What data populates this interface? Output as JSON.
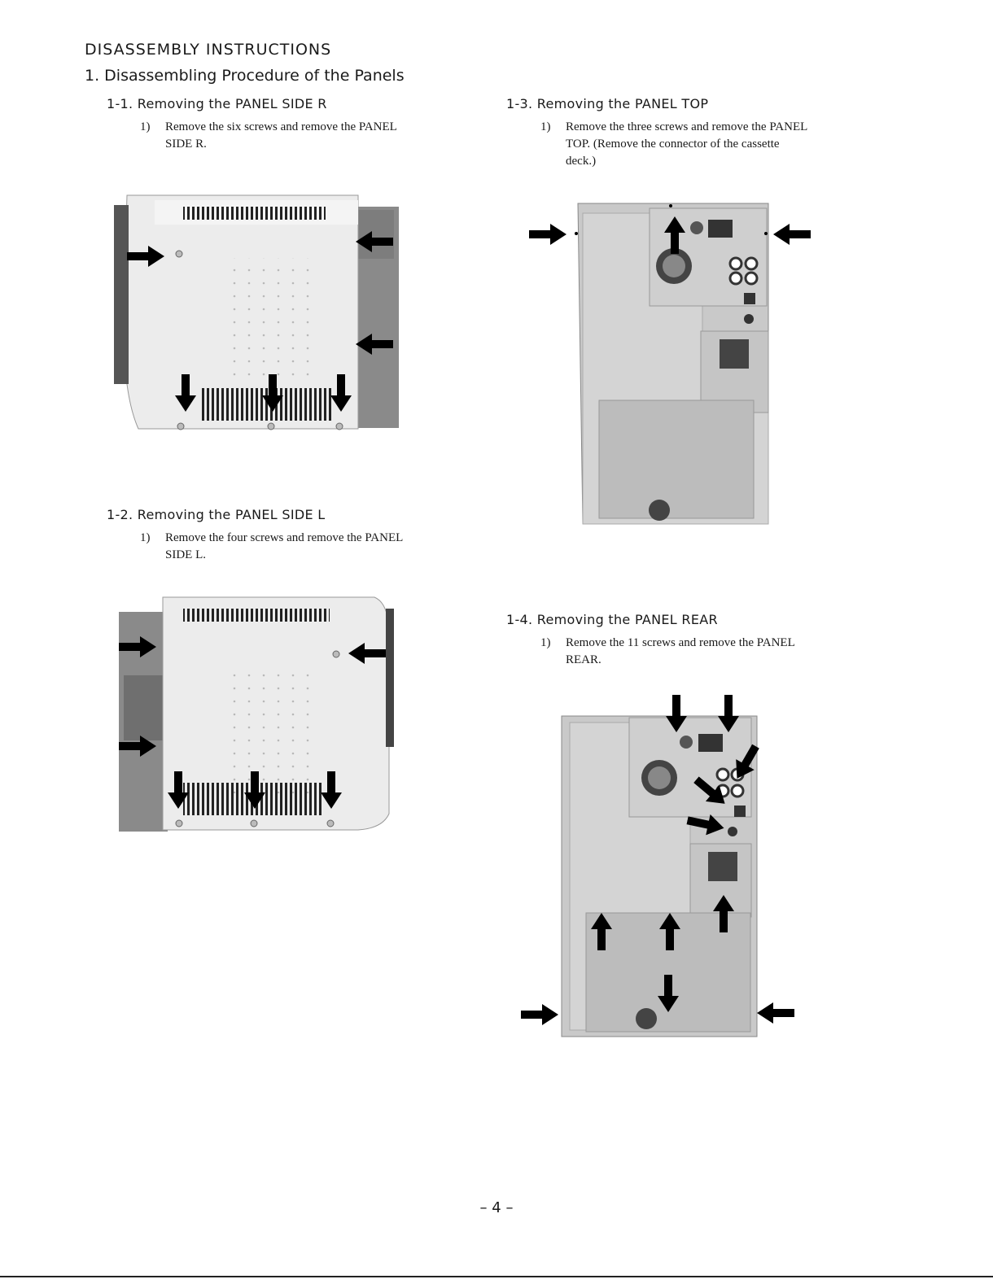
{
  "heading": "DISASSEMBLY INSTRUCTIONS",
  "section": "1. Disassembling Procedure of the Panels",
  "procedures": [
    {
      "title": "1-1. Removing the PANEL SIDE R",
      "step_number": "1)",
      "step_lines": [
        "Remove the six screws and remove the PANEL",
        "SIDE R."
      ]
    },
    {
      "title": "1-2. Removing the PANEL SIDE L",
      "step_number": "1)",
      "step_lines": [
        "Remove the four screws and remove the PANEL",
        "SIDE L."
      ]
    },
    {
      "title": "1-3. Removing the PANEL TOP",
      "step_number": "1)",
      "step_lines": [
        "Remove the three screws and remove the PANEL",
        "TOP. (Remove the connector of the cassette",
        "deck.)"
      ]
    },
    {
      "title": "1-4. Removing the PANEL REAR",
      "step_number": "1)",
      "step_lines": [
        "Remove the 11 screws and remove the PANEL",
        "REAR."
      ]
    }
  ],
  "page_number": "– 4 –",
  "colors": {
    "text": "#1a1a1a",
    "arrow": "#000000",
    "panel": "#e9e9e9",
    "chassis": "#8a8a8a"
  }
}
